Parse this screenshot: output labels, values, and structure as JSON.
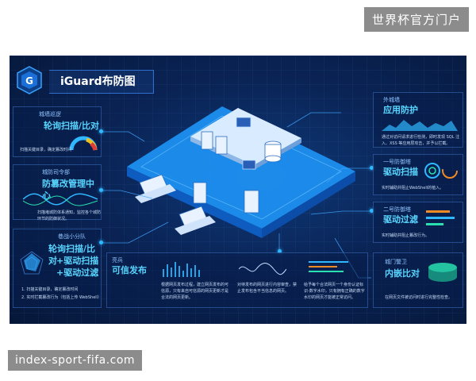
{
  "badges": {
    "top": "世界杯官方门户",
    "bottom": "index-sport-fifa.com"
  },
  "title": "iGuard布防图",
  "left": [
    {
      "tag": "城墙巡逻",
      "lines": [
        "轮询扫描/比对"
      ],
      "desc": "扫描关键目录，确定篡改时间"
    },
    {
      "tag": "城防司令部",
      "lines": [
        "防篡改管理中心"
      ],
      "desc": "扫描堵城防体系通知，监控各个城防环节的防御状况。"
    },
    {
      "tag": "巷战小分队",
      "lines": [
        "轮询扫描/比对",
        "+驱动扫描",
        "+驱动过滤"
      ],
      "notes": [
        "1. 扫描关键目录，确定篡改时间",
        "2. 实时拦截篡改行为（包括上传 WebShell）"
      ]
    }
  ],
  "right": [
    {
      "tag": "外城墙",
      "title": "应用防护",
      "desc": "通过对访问请求进行检测，即时发现 SQL 注入、XSS 等应用层攻击，并予以拦截。"
    },
    {
      "tag": "一号防御塔",
      "title": "驱动扫描",
      "desc": "实时辅助并阻止WebShell的植入。"
    },
    {
      "tag": "二号防御塔",
      "title": "驱动过滤",
      "desc": "实时辅助并阻止篡改行为。"
    },
    {
      "tag": "城门警卫",
      "title": "内嵌比对",
      "desc": "在网页文件被访问时进行完整性检查。"
    }
  ],
  "bottom": {
    "tag": "亮兵",
    "title": "可信发布",
    "cols": [
      "根据网页发布过程，建立网页发布的可信源，只有来自可信源的网页更新才是合法的网页更新。",
      "对待发布的网页进行内容审查，禁止发布包含不当信息的网页。",
      "给予每个合法网页一个身份认证标识-数字水印，只有拥有正确的数字水印的网页才能被正常访问。"
    ]
  },
  "colors": {
    "accent": "#59d6ff",
    "platform": "#1b8cf0",
    "teal": "#28e0b0",
    "orange": "#f08a24"
  }
}
